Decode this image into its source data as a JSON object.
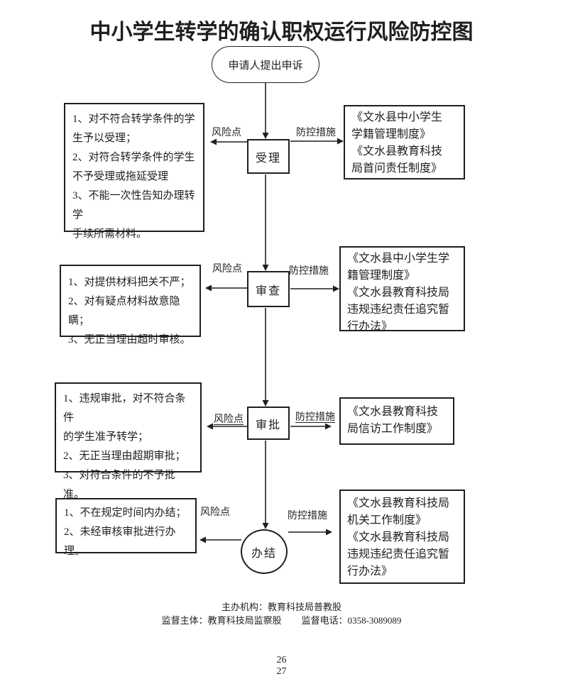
{
  "colors": {
    "ink": "#1f1f1f",
    "background": "#ffffff"
  },
  "title": "中小学生转学的确认职权运行风险防控图",
  "start_label": "申请人提出申诉",
  "rows": [
    {
      "step": "受理",
      "risk_label": "风险点",
      "measure_label": "防控措施",
      "risks": [
        "1、对不符合转学条件的学",
        "生予以受理；",
        "2、对符合转学条件的学生",
        "不予受理或拖延受理",
        "3、不能一次性告知办理转学",
        "手续所需材料。"
      ],
      "measures": [
        "《文水县中小学生",
        "学籍管理制度》",
        "《文水县教育科技",
        "局首问责任制度》"
      ]
    },
    {
      "step": "审查",
      "risk_label": "风险点",
      "measure_label": "防控措施",
      "risks": [
        "1、对提供材料把关不严；",
        "2、对有疑点材料故意隐瞒；",
        "3、无正当理由超时审核。"
      ],
      "measures": [
        "《文水县中小学生学",
        "籍管理制度》",
        "《文水县教育科技局",
        "违规违纪责任追究暂",
        "行办法》"
      ]
    },
    {
      "step": "审批",
      "risk_label": "风险点",
      "measure_label": "防控措施",
      "risks": [
        "1、违规审批，对不符合条件",
        "的学生准予转学；",
        "2、无正当理由超期审批；",
        "3、对符合条件的不予批准。"
      ],
      "measures": [
        "《文水县教育科技",
        "局信访工作制度》"
      ]
    },
    {
      "step": "办结",
      "risk_label": "风险点",
      "measure_label": "防控措施",
      "risks": [
        "1、不在规定时间内办结；",
        "2、未经审核审批进行办理。"
      ],
      "measures": [
        "《文水县教育科技局",
        "机关工作制度》",
        "《文水县教育科技局",
        "违规违纪责任追究暂",
        "行办法》"
      ]
    }
  ],
  "footer": {
    "host": "主办机构：教育科技局普教股",
    "supervisor": "监督主体：教育科技局监察股",
    "phone": "监督电话：0358-3089089",
    "page_numbers": [
      "26",
      "27"
    ]
  }
}
